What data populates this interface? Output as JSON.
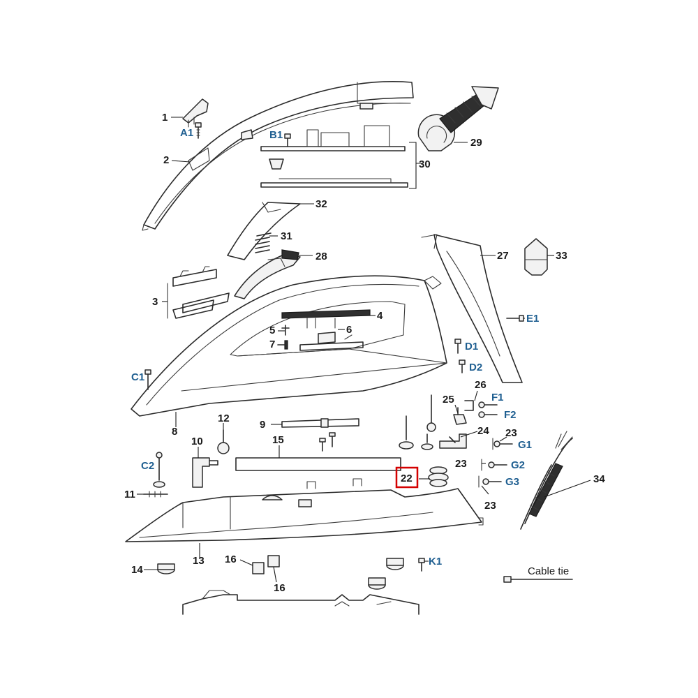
{
  "colors": {
    "line": "#2a2a2a",
    "part_label": "#1a1a1a",
    "screw_label": "#1f5f91",
    "highlight": "#d40000"
  },
  "highlighted_label": "22",
  "labels": {
    "l1": "1",
    "lA1": "A1",
    "l2": "2",
    "lB1": "B1",
    "l29": "29",
    "l30": "30",
    "l32": "32",
    "l31": "31",
    "l28": "28",
    "l27": "27",
    "l33": "33",
    "l3": "3",
    "l4": "4",
    "l5": "5",
    "l6": "6",
    "l7": "7",
    "lE1": "E1",
    "lD1": "D1",
    "lD2": "D2",
    "lC1": "C1",
    "l8": "8",
    "l26": "26",
    "lF1": "F1",
    "lF2": "F2",
    "l25": "25",
    "l12": "12",
    "l9": "9",
    "l10": "10",
    "l15": "15",
    "l24": "24",
    "l23a": "23",
    "lG1": "G1",
    "lC2": "C2",
    "l23b": "23",
    "lG2": "G2",
    "l22": "22",
    "l34": "34",
    "lG3": "G3",
    "l11": "11",
    "l23c": "23",
    "l13": "13",
    "l14": "14",
    "l16a": "16",
    "lK1": "K1",
    "l16b": "16"
  },
  "cable_tie_label": "Cable tie"
}
